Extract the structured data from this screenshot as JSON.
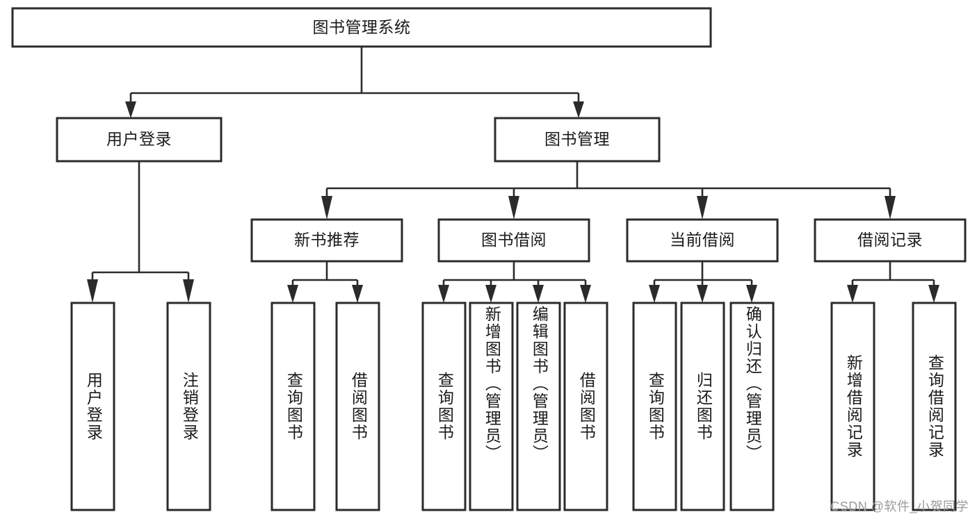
{
  "diagram": {
    "title": "图书管理系统",
    "type": "tree-hierarchy-chart",
    "root": {
      "id": "root",
      "label": "图书管理系统",
      "orientation": "horizontal"
    },
    "level2": [
      {
        "id": "user-login",
        "label": "用户登录",
        "orientation": "horizontal"
      },
      {
        "id": "book-manage",
        "label": "图书管理",
        "orientation": "horizontal"
      }
    ],
    "level3": [
      {
        "id": "new-book-recommend",
        "label": "新书推荐",
        "orientation": "horizontal",
        "parent": "book-manage"
      },
      {
        "id": "book-borrow",
        "label": "图书借阅",
        "orientation": "horizontal",
        "parent": "book-manage"
      },
      {
        "id": "current-borrow",
        "label": "当前借阅",
        "orientation": "horizontal",
        "parent": "book-manage"
      },
      {
        "id": "borrow-record",
        "label": "借阅记录",
        "orientation": "horizontal",
        "parent": "book-manage"
      }
    ],
    "leaves": [
      {
        "id": "leaf-user-login",
        "label": "用户登录",
        "orientation": "vertical",
        "parent": "user-login"
      },
      {
        "id": "leaf-logout-login",
        "label": "注销登录",
        "orientation": "vertical",
        "parent": "user-login"
      },
      {
        "id": "leaf-query-book-1",
        "label": "查询图书",
        "orientation": "vertical",
        "parent": "new-book-recommend"
      },
      {
        "id": "leaf-borrow-book-1",
        "label": "借阅图书",
        "orientation": "vertical",
        "parent": "new-book-recommend"
      },
      {
        "id": "leaf-query-book-2",
        "label": "查询图书",
        "orientation": "vertical",
        "parent": "book-borrow"
      },
      {
        "id": "leaf-add-book",
        "label": "新增图书（管理员）",
        "orientation": "vertical",
        "parent": "book-borrow"
      },
      {
        "id": "leaf-edit-book",
        "label": "编辑图书（管理员）",
        "orientation": "vertical",
        "parent": "book-borrow"
      },
      {
        "id": "leaf-borrow-book-2",
        "label": "借阅图书",
        "orientation": "vertical",
        "parent": "book-borrow"
      },
      {
        "id": "leaf-query-book-3",
        "label": "查询图书",
        "orientation": "vertical",
        "parent": "current-borrow"
      },
      {
        "id": "leaf-return-book",
        "label": "归还图书",
        "orientation": "vertical",
        "parent": "current-borrow"
      },
      {
        "id": "leaf-confirm-return",
        "label": "确认归还（管理员）",
        "orientation": "vertical",
        "parent": "current-borrow"
      },
      {
        "id": "leaf-add-record",
        "label": "新增借阅记录",
        "orientation": "vertical",
        "parent": "borrow-record"
      },
      {
        "id": "leaf-query-record",
        "label": "查询借阅记录",
        "orientation": "vertical",
        "parent": "borrow-record"
      }
    ],
    "colors": {
      "stroke": "#2b2b2b",
      "fill": "#ffffff",
      "text": "#1a1a1a",
      "background": "#ffffff",
      "watermark": "#9a9a9a"
    }
  },
  "watermark": {
    "text": "CSDN @软件_小贺同学"
  }
}
